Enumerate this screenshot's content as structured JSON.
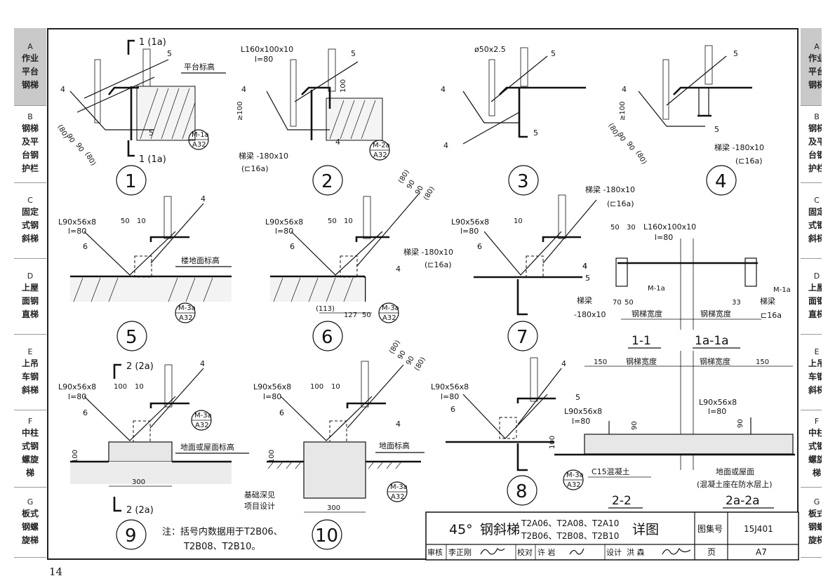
{
  "sidebar": {
    "items": [
      {
        "letter": "A",
        "lines": [
          "作业",
          "平台",
          "钢梯"
        ],
        "active": true
      },
      {
        "letter": "B",
        "lines": [
          "钢梯",
          "及平",
          "台钢",
          "护栏"
        ],
        "active": false
      },
      {
        "letter": "C",
        "lines": [
          "固定",
          "式钢",
          "斜梯"
        ],
        "active": false
      },
      {
        "letter": "D",
        "lines": [
          "上屋",
          "面钢",
          "直梯"
        ],
        "active": false
      },
      {
        "letter": "E",
        "lines": [
          "上吊",
          "车钢",
          "斜梯"
        ],
        "active": false
      },
      {
        "letter": "F",
        "lines": [
          "中柱",
          "式钢",
          "螺旋",
          "梯"
        ],
        "active": false
      },
      {
        "letter": "G",
        "lines": [
          "板式",
          "钢螺",
          "旋梯"
        ],
        "active": false
      }
    ]
  },
  "page_number": "14",
  "details": {
    "d1": {
      "number": "1",
      "section_top": "1 (1a)",
      "section_bottom": "1 (1a)",
      "platform": "平台标高",
      "weld5": "5",
      "weld4": "4",
      "dims": [
        "(80)",
        "90",
        "90",
        "(80)"
      ],
      "ref_top": "M-1a",
      "ref_bottom": "A32"
    },
    "d2": {
      "number": "2",
      "angle": "L160x100x10",
      "length": "l=80",
      "dim_100a": "100",
      "dim_100b": "≥100",
      "beam": "梯梁 -180x10",
      "beam_alt": "(⊏16a)",
      "ref_top": "M-2a",
      "ref_bottom": "A32",
      "weld5": "5",
      "weld4": "4"
    },
    "d3": {
      "number": "3",
      "pipe": "ø50x2.5",
      "weld5": "5",
      "weld4": "4"
    },
    "d4": {
      "number": "4",
      "dims": [
        "(80)",
        "90",
        "90",
        "(80)"
      ],
      "dim_100": "≥100",
      "beam": "梯梁 -180x10",
      "beam_alt": "(⊏16a)",
      "weld5": "5",
      "weld4": "4"
    },
    "d5": {
      "number": "5",
      "angle": "L90x56x8",
      "length": "l=80",
      "dim_a": "50",
      "dim_b": "10",
      "floor": "楼地面标高",
      "ref_top": "M-3a",
      "ref_bottom": "A32",
      "weld6": "6",
      "weld4": "4"
    },
    "d6": {
      "number": "6",
      "angle": "L90x56x8",
      "length": "l=80",
      "dim_a": "50",
      "dim_b": "10",
      "dims_diag": [
        "(80)",
        "90",
        "90",
        "(80)"
      ],
      "beam": "梯梁 -180x10",
      "beam_alt": "(⊏16a)",
      "bottom_dims": [
        "(113)",
        "127",
        "50"
      ],
      "ref_top": "M-3a",
      "ref_bottom": "A32",
      "weld6": "6",
      "weld4": "4"
    },
    "d7": {
      "number": "7",
      "angle": "L90x56x8",
      "length": "l=80",
      "dim_b": "10",
      "beam": "梯梁 -180x10",
      "beam_alt": "(⊏16a)",
      "weld6": "6",
      "weld4": "4"
    },
    "d8": {
      "number": "8",
      "angle": "L90x56x8",
      "length": "l=80",
      "weld6": "6",
      "weld4": "4"
    },
    "d9": {
      "number": "9",
      "section_top": "2 (2a)",
      "section_bottom": "2 (2a)",
      "angle": "L90x56x8",
      "length": "l=80",
      "dim_a": "100",
      "dim_b": "10",
      "dim_h": "100",
      "dim_w": "300",
      "ground": "地面或屋面标高",
      "ref_top": "M-3a",
      "ref_bottom": "A32",
      "weld6": "6",
      "weld4": "4"
    },
    "d10": {
      "number": "10",
      "angle": "L90x56x8",
      "length": "l=80",
      "dim_a": "100",
      "dim_b": "10",
      "dims_diag": [
        "(80)",
        "90",
        "90",
        "(80)"
      ],
      "ground": "地面标高",
      "foundation": [
        "基础深见",
        "项目设计"
      ],
      "dim_w": "300",
      "dim_h": "100",
      "ref_top": "M-3a",
      "ref_bottom": "A32",
      "weld6": "6",
      "weld4": "4"
    }
  },
  "section11": {
    "angle": "L160x100x10",
    "length": "l=80",
    "dim_a": "50",
    "dim_b": "30",
    "ref_m1a": "M-1a",
    "beam_left": "梯梁",
    "beam_left_size": "-180x10",
    "beam_right": "梯梁",
    "beam_right_size": "⊏16a",
    "dims_left": [
      "70",
      "50"
    ],
    "dim_right": "33",
    "width_left": "钢梯宽度",
    "width_right": "钢梯宽度",
    "title_left": "1-1",
    "title_right": "1a-1a",
    "weld5": "5",
    "weld4": "4"
  },
  "section22": {
    "dim_150_left": "150",
    "dim_150_right": "150",
    "width_left": "钢梯宽度",
    "width_right": "钢梯宽度",
    "angle": "L90x56x8",
    "length": "l=80",
    "angle_right": "L90x56x8",
    "length_right": "l=80",
    "dim_90": "90",
    "dim_90b": "90",
    "dim_100": "100",
    "concrete": "C15混凝土",
    "ground": "地面或屋面",
    "ground_note": "(混凝土座在防水层上)",
    "ref_top": "M-3a",
    "ref_bottom": "A32",
    "title_left": "2-2",
    "title_right": "2a-2a",
    "weld5": "5"
  },
  "note": {
    "line1": "注：括号内数据用于T2B06、",
    "line2": "T2B08、T2B10。"
  },
  "title_block": {
    "angle": "45°",
    "name": "钢斜梯",
    "codes_line1": "T2A06、T2A08、T2A10",
    "codes_line2": "T2B06、T2B08、T2B10",
    "suffix": "详图",
    "atlas_label": "图集号",
    "atlas_value": "15J401",
    "page_label": "页",
    "page_value": "A7",
    "row": [
      "审核",
      "李正刚",
      "校对",
      "许 岩",
      "设计",
      "洪 森"
    ]
  }
}
